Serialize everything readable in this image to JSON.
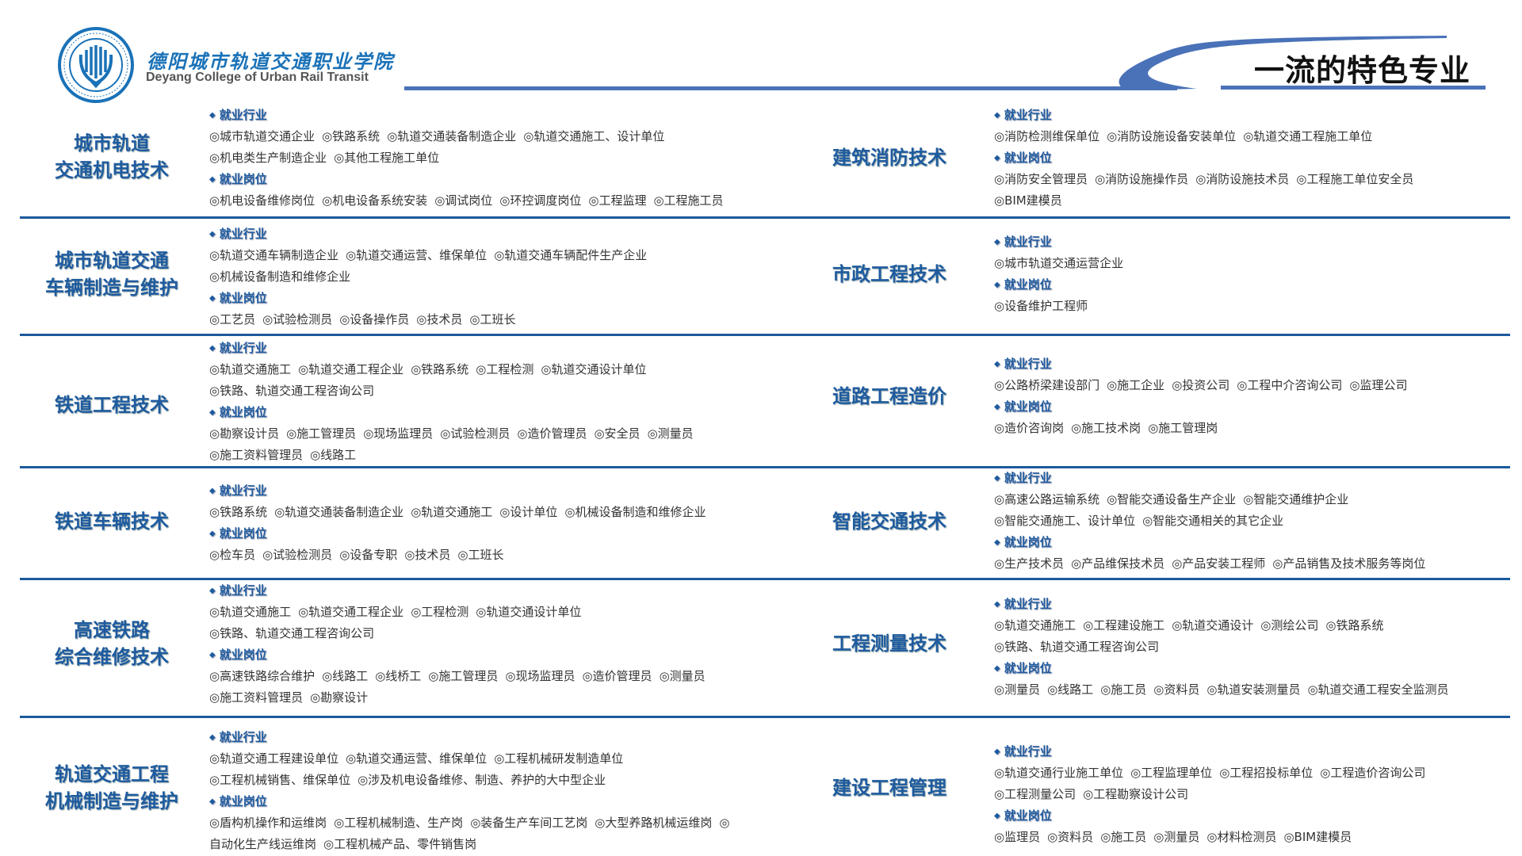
{
  "header": {
    "college_cn": "德阳城市轨道交通职业学院",
    "college_en": "Deyang College of Urban Rail Transit",
    "title": "一流的特色专业",
    "accent": "#4a72b8",
    "text_blue": "#1e5b9f"
  },
  "labels": {
    "industry": "就业行业",
    "positions": "就业岗位",
    "bullet": "◆"
  },
  "rows": [
    {
      "left": {
        "title": [
          "城市轨道",
          "交通机电技术"
        ],
        "industries": [
          [
            "◎城市轨道交通企业",
            "◎铁路系统",
            "◎轨道交通装备制造企业",
            "◎轨道交通施工、设计单位"
          ],
          [
            "◎机电类生产制造企业",
            "◎其他工程施工单位"
          ]
        ],
        "positions": [
          [
            "◎机电设备维修岗位",
            "◎机电设备系统安装",
            "◎调试岗位",
            "◎环控调度岗位",
            "◎工程监理",
            "◎工程施工员"
          ]
        ]
      },
      "right": {
        "title": [
          "建筑消防技术"
        ],
        "industries": [
          [
            "◎消防检测维保单位",
            "◎消防设施设备安装单位",
            "◎轨道交通工程施工单位"
          ]
        ],
        "positions": [
          [
            "◎消防安全管理员",
            "◎消防设施操作员",
            "◎消防设施技术员",
            "◎工程施工单位安全员"
          ],
          [
            "◎BIM建模员"
          ]
        ]
      }
    },
    {
      "left": {
        "title": [
          "城市轨道交通",
          "车辆制造与维护"
        ],
        "industries": [
          [
            "◎轨道交通车辆制造企业",
            "◎轨道交通运营、维保单位",
            "◎轨道交通车辆配件生产企业"
          ],
          [
            "◎机械设备制造和维修企业"
          ]
        ],
        "positions": [
          [
            "◎工艺员",
            "◎试验检测员",
            "◎设备操作员",
            "◎技术员",
            "◎工班长"
          ]
        ]
      },
      "right": {
        "title": [
          "市政工程技术"
        ],
        "industries": [
          [
            "◎城市轨道交通运营企业"
          ]
        ],
        "positions": [
          [
            "◎设备维护工程师"
          ]
        ]
      }
    },
    {
      "left": {
        "title": [
          "铁道工程技术"
        ],
        "industries": [
          [
            "◎轨道交通施工",
            "◎轨道交通工程企业",
            "◎铁路系统",
            "◎工程检测",
            "◎轨道交通设计单位"
          ],
          [
            "◎铁路、轨道交通工程咨询公司"
          ]
        ],
        "positions": [
          [
            "◎勘察设计员",
            "◎施工管理员",
            "◎现场监理员",
            "◎试验检测员",
            "◎造价管理员",
            "◎安全员",
            "◎测量员"
          ],
          [
            "◎施工资料管理员",
            "◎线路工"
          ]
        ]
      },
      "right": {
        "title": [
          "道路工程造价"
        ],
        "industries": [
          [
            "◎公路桥梁建设部门",
            "◎施工企业",
            "◎投资公司",
            "◎工程中介咨询公司",
            "◎监理公司"
          ]
        ],
        "positions": [
          [
            "◎造价咨询岗",
            "◎施工技术岗",
            "◎施工管理岗"
          ]
        ]
      }
    },
    {
      "left": {
        "title": [
          "铁道车辆技术"
        ],
        "industries": [
          [
            "◎铁路系统",
            "◎轨道交通装备制造企业",
            "◎轨道交通施工",
            "◎设计单位",
            "◎机械设备制造和维修企业"
          ]
        ],
        "positions": [
          [
            "◎检车员",
            "◎试验检测员",
            "◎设备专职",
            "◎技术员",
            "◎工班长"
          ]
        ]
      },
      "right": {
        "title": [
          "智能交通技术"
        ],
        "industries": [
          [
            "◎高速公路运输系统",
            "◎智能交通设备生产企业",
            "◎智能交通维护企业"
          ],
          [
            "◎智能交通施工、设计单位",
            "◎智能交通相关的其它企业"
          ]
        ],
        "positions": [
          [
            "◎生产技术员",
            "◎产品维保技术员",
            "◎产品安装工程师",
            "◎产品销售及技术服务等岗位"
          ]
        ]
      }
    },
    {
      "left": {
        "title": [
          "高速铁路",
          "综合维修技术"
        ],
        "industries": [
          [
            "◎轨道交通施工",
            "◎轨道交通工程企业",
            "◎工程检测",
            "◎轨道交通设计单位"
          ],
          [
            "◎铁路、轨道交通工程咨询公司"
          ]
        ],
        "positions": [
          [
            "◎高速铁路综合维护",
            "◎线路工",
            "◎线桥工",
            "◎施工管理员",
            "◎现场监理员",
            "◎造价管理员",
            "◎测量员"
          ],
          [
            "◎施工资料管理员",
            "◎勘察设计"
          ]
        ]
      },
      "right": {
        "title": [
          "工程测量技术"
        ],
        "industries": [
          [
            "◎轨道交通施工",
            "◎工程建设施工",
            "◎轨道交通设计",
            "◎测绘公司",
            "◎铁路系统"
          ],
          [
            "◎铁路、轨道交通工程咨询公司"
          ]
        ],
        "positions": [
          [
            "◎测量员",
            "◎线路工",
            "◎施工员",
            "◎资料员",
            "◎轨道安装测量员",
            "◎轨道交通工程安全监测员"
          ]
        ]
      }
    },
    {
      "left": {
        "title": [
          "轨道交通工程",
          "机械制造与维护"
        ],
        "industries": [
          [
            "◎轨道交通工程建设单位",
            "◎轨道交通运营、维保单位",
            "◎工程机械研发制造单位"
          ],
          [
            "◎工程机械销售、维保单位",
            "◎涉及机电设备维修、制造、养护的大中型企业"
          ]
        ],
        "positions": [
          [
            "◎盾构机操作和运维岗",
            "◎工程机械制造、生产岗",
            "◎装备生产车间工艺岗",
            "◎大型养路机械运维岗",
            "◎"
          ],
          [
            "自动化生产线运维岗",
            "◎工程机械产品、零件销售岗"
          ]
        ]
      },
      "right": {
        "title": [
          "建设工程管理"
        ],
        "industries": [
          [
            "◎轨道交通行业施工单位",
            "◎工程监理单位",
            "◎工程招投标单位",
            "◎工程造价咨询公司"
          ],
          [
            "◎工程测量公司",
            "◎工程勘察设计公司"
          ]
        ],
        "positions": [
          [
            "◎监理员",
            "◎资料员",
            "◎施工员",
            "◎测量员",
            "◎材料检测员",
            "◎BIM建模员"
          ]
        ]
      }
    }
  ]
}
